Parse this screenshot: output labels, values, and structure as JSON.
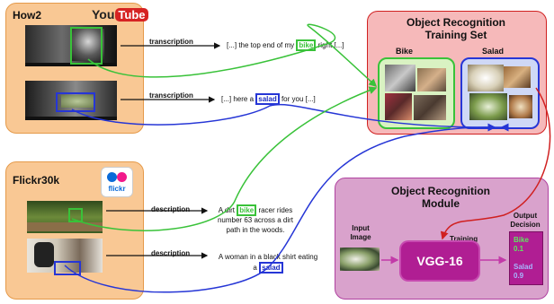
{
  "how2": {
    "title": "How2",
    "logo_you": "You",
    "logo_tube": "Tube",
    "label_1": "transcription",
    "label_2": "transcription",
    "text_1_pre": "[...] the top end of my ",
    "text_1_word": "bike",
    "text_1_post": " right [...]",
    "text_2_pre": "[...] here a ",
    "text_2_word": "salad",
    "text_2_post": " for you [...]"
  },
  "flickr": {
    "title": "Flickr30k",
    "logo_text": "flickr",
    "label_1": "description",
    "label_2": "description",
    "desc_1_pre": "A dirt ",
    "desc_1_word": "bike",
    "desc_1_l1_post": " racer rides",
    "desc_1_l2": "number 63 across a dirt",
    "desc_1_l3": "path in the woods.",
    "desc_2_l1": "A woman in a black shirt eating",
    "desc_2_pre": "a ",
    "desc_2_word": "salad"
  },
  "training_set": {
    "title_l1": "Object Recognition",
    "title_l2": "Training Set",
    "bike_label": "Bike",
    "salad_label": "Salad"
  },
  "module": {
    "title_l1": "Object Recognition",
    "title_l2": "Module",
    "input_l1": "Input",
    "input_l2": "Image",
    "training_label": "Training",
    "model": "VGG-16",
    "output_l1": "Output",
    "output_l2": "Decision",
    "bike_label": "Bike",
    "bike_score": "0.1",
    "salad_label": "Salad",
    "salad_score": "0.9"
  },
  "colors": {
    "green": "#39c239",
    "blue": "#2636d6",
    "red": "#d02020",
    "magenta": "#c23aa8"
  }
}
